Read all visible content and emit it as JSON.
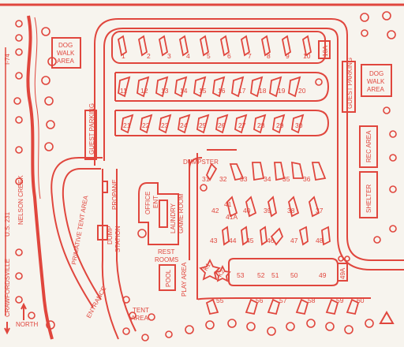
{
  "labels": {
    "dog_walk_left": [
      "DOG",
      "WALK",
      "AREA"
    ],
    "dog_walk_right": [
      "DOG",
      "WALK",
      "AREA"
    ],
    "guest_parking_left": "GUEST PARKING",
    "guest_parking_right": "GUEST PARKING",
    "rec_area": "REC AREA",
    "shelter": "SHELTER",
    "dumpster": "DUMPSTER",
    "propane": "PROPANE",
    "office_ent": [
      "OFFICE",
      "ENT"
    ],
    "laundry": [
      "LAUNDRY",
      "GAME ROOM"
    ],
    "rest_rooms": [
      "REST",
      "ROOMS"
    ],
    "pool": "POOL",
    "play_area": "PLAY AREA",
    "dump_station": [
      "DUMP",
      "STATION"
    ],
    "primitive_tent_area": "PRIMATIVE TENT AREA",
    "nelson_creek": "NELSON CREEK",
    "i74": "I-74",
    "us231": "U.S. 231",
    "crawfordsville": "CRAWFORDSVILLE",
    "north": "NORTH",
    "entrance": "ENTRANCE",
    "tent_area": [
      "TENT",
      "AREA"
    ],
    "k1": "K1",
    "k2": "K2",
    "site_10a": "10A",
    "site_49a": "49A"
  },
  "sites": {
    "row1": [
      "1",
      "2",
      "3",
      "4",
      "5",
      "6",
      "7",
      "8",
      "9",
      "10"
    ],
    "row2": [
      "11",
      "12",
      "13",
      "14",
      "15",
      "16",
      "17",
      "18",
      "19",
      "20"
    ],
    "row3": [
      "21",
      "22",
      "23",
      "24",
      "25",
      "26",
      "27",
      "28",
      "29",
      "30"
    ],
    "row4": [
      "31",
      "32",
      "33",
      "34",
      "35",
      "36"
    ],
    "row5": [
      "42",
      "41",
      "40",
      "39",
      "38",
      "37"
    ],
    "row5_extra": "41A",
    "row6": [
      "43",
      "44",
      "45",
      "46",
      "47",
      "48"
    ],
    "row7": [
      "53",
      "52",
      "51",
      "50",
      "49"
    ],
    "row8": [
      "55",
      "56",
      "57",
      "58",
      "59",
      "60"
    ]
  },
  "colors": {
    "ink": "#e0463d",
    "paper": "#f7f4ee"
  }
}
